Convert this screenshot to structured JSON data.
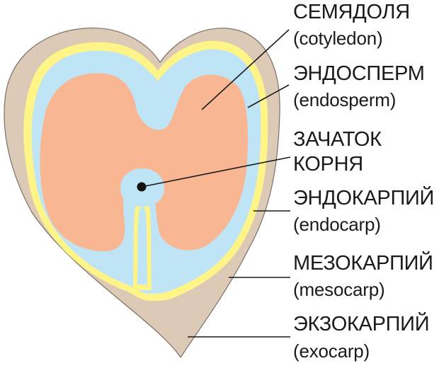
{
  "colors": {
    "exocarp": "#dccab6",
    "exocarp_edge": "#7a7068",
    "endocarp": "#fff487",
    "endosperm": "#bfe4f5",
    "cotyledon": "#f8b693",
    "radicle": "#111111",
    "line": "#333333",
    "text": "#1a1a1a"
  },
  "labels": {
    "cotyledon": {
      "ru": "СЕМЯДОЛЯ",
      "en": "(cotyledon)"
    },
    "endosperm": {
      "ru": "ЭНДОСПЕРМ",
      "en": "(endosperm)"
    },
    "radicle": {
      "ru_line1": "ЗАЧАТОК",
      "ru_line2": "КОРНЯ"
    },
    "endocarp": {
      "ru": "ЭНДОКАРПИЙ",
      "en": "(endocarp)"
    },
    "mesocarp": {
      "ru": "МЕЗОКАРПИЙ",
      "en": "(mesocarp)"
    },
    "exocarp": {
      "ru": "ЭКЗОКАРПИЙ",
      "en": "(exocarp)"
    }
  }
}
